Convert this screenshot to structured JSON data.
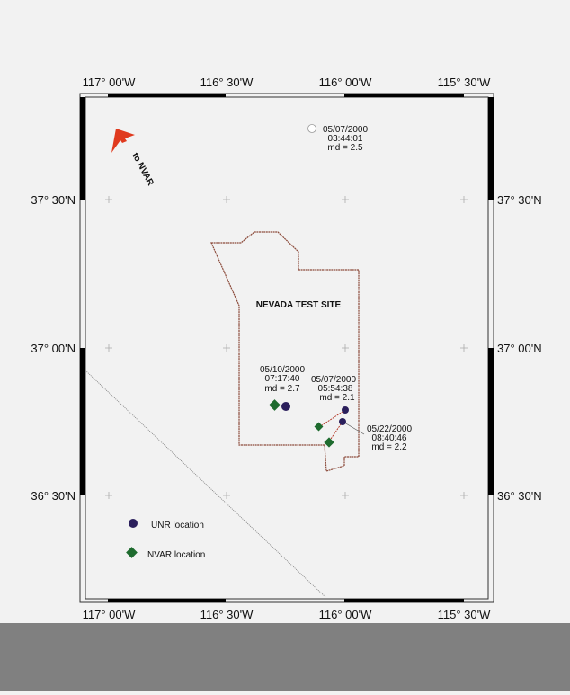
{
  "map": {
    "top_axis_labels": [
      "117° 00'W",
      "116° 30'W",
      "116° 00'W",
      "115° 30'W"
    ],
    "bottom_axis_labels": [
      "117° 00'W",
      "116° 30'W",
      "116° 00'W",
      "115° 30'W"
    ],
    "left_axis_labels": [
      "37° 30'N",
      "37° 00'N",
      "36° 30'N"
    ],
    "right_axis_labels": [
      "37° 30'N",
      "37° 00'N",
      "36° 30'N"
    ],
    "region_label": "NEVADA TEST SITE",
    "arrow_label": "to NVAR",
    "colors": {
      "unr": "#2b1f5c",
      "nvar": "#1e6b2e",
      "arrow": "#e03a1e",
      "boundary": "#8b4a3a",
      "connector": "#b03020"
    },
    "events": [
      {
        "id": "e1",
        "date": "05/07/2000",
        "time": "03:44:01",
        "md": "md = 2.5"
      },
      {
        "id": "e2",
        "date": "05/10/2000",
        "time": "07:17:40",
        "md": "md = 2.7"
      },
      {
        "id": "e3",
        "date": "05/07/2000",
        "time": "05:54:38",
        "md": "md = 2.1"
      },
      {
        "id": "e4",
        "date": "05/22/2000",
        "time": "08:40:46",
        "md": "md = 2.2"
      }
    ],
    "legend": {
      "unr_label": "UNR location",
      "nvar_label": "NVAR location"
    }
  }
}
